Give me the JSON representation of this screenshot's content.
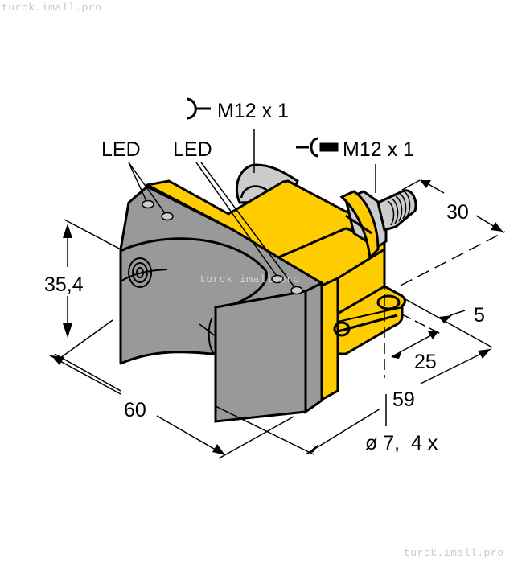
{
  "watermarks": {
    "top_left": "turck.imall.pro",
    "center": "turck.imall.pro",
    "bottom_right": "turck.imall.pro"
  },
  "colors": {
    "housing_yellow": "#FFCC00",
    "body_gray": "#999999",
    "light_gray": "#CCCCCC",
    "outline": "#000000",
    "watermark": "#C8C8C8"
  },
  "callouts": {
    "connector_female": {
      "icon": "socket-icon",
      "label": "M12 x 1"
    },
    "connector_male": {
      "icon": "plug-icon",
      "label": "M12 x 1"
    },
    "led_left": "LED",
    "led_right": "LED"
  },
  "dimensions": {
    "height": "35,4",
    "width": "60",
    "connector_length": "30",
    "bracket_thickness": "5",
    "hole_spacing": "25",
    "depth": "59",
    "hole_spec": "ø 7,  4 x"
  }
}
